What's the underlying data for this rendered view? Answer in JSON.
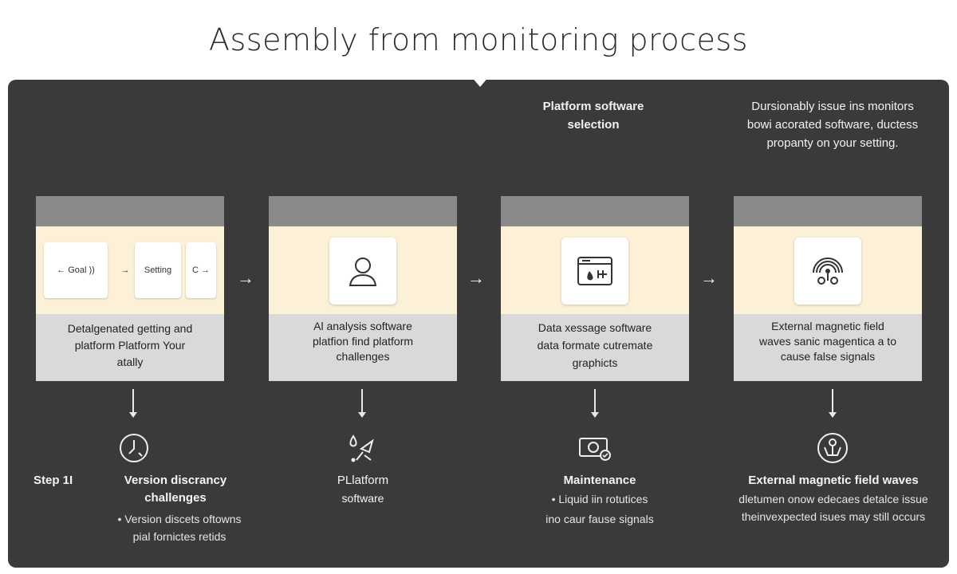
{
  "title": "Assembly from monitoring process",
  "top_notes": {
    "col3": [
      "Platform software",
      "selection"
    ],
    "col4": [
      "Dursionably issue ins monitors",
      "bowi acorated software, ductess",
      "propanty on your setting."
    ]
  },
  "cards": [
    {
      "mini": [
        "← Goal ))",
        "→",
        "Setting",
        "C →"
      ],
      "text": [
        "Detalgenated getting and",
        "platform Platform Your",
        "atally"
      ]
    },
    {
      "icon": "person-icon",
      "text": [
        "Al analysis software",
        "platfion find platform",
        "challenges"
      ]
    },
    {
      "icon": "browser-window-icon",
      "text": [
        "Data xessage software",
        "data formate cutremate",
        "graphicts"
      ]
    },
    {
      "icon": "magnetic-signal-icon",
      "text": [
        "External magnetic field",
        "waves sanic magentica a to",
        "cause false signals"
      ]
    }
  ],
  "arrows": [
    "→",
    "→",
    "→"
  ],
  "steps": [
    {
      "prefix": "Step 1I",
      "icon": "clock-arrow-icon",
      "label": [
        "Version discrancy",
        "challenges"
      ],
      "subs": [
        "• Version discets oftowns",
        "pial fornictes retids"
      ]
    },
    {
      "icon": "drop-satellite-icon",
      "label": [
        "PLlatform",
        "software"
      ],
      "subs": []
    },
    {
      "icon": "device-check-icon",
      "label": [
        "Maintenance"
      ],
      "subs": [
        "• Liquid iin rotutices",
        "ino caur fause signals"
      ]
    },
    {
      "icon": "wave-badge-icon",
      "label": [
        "External magnetic field waves"
      ],
      "subs": [
        "dletumen onow edecaes detalce issue",
        "theinvexpected isues may still occurs"
      ]
    }
  ]
}
